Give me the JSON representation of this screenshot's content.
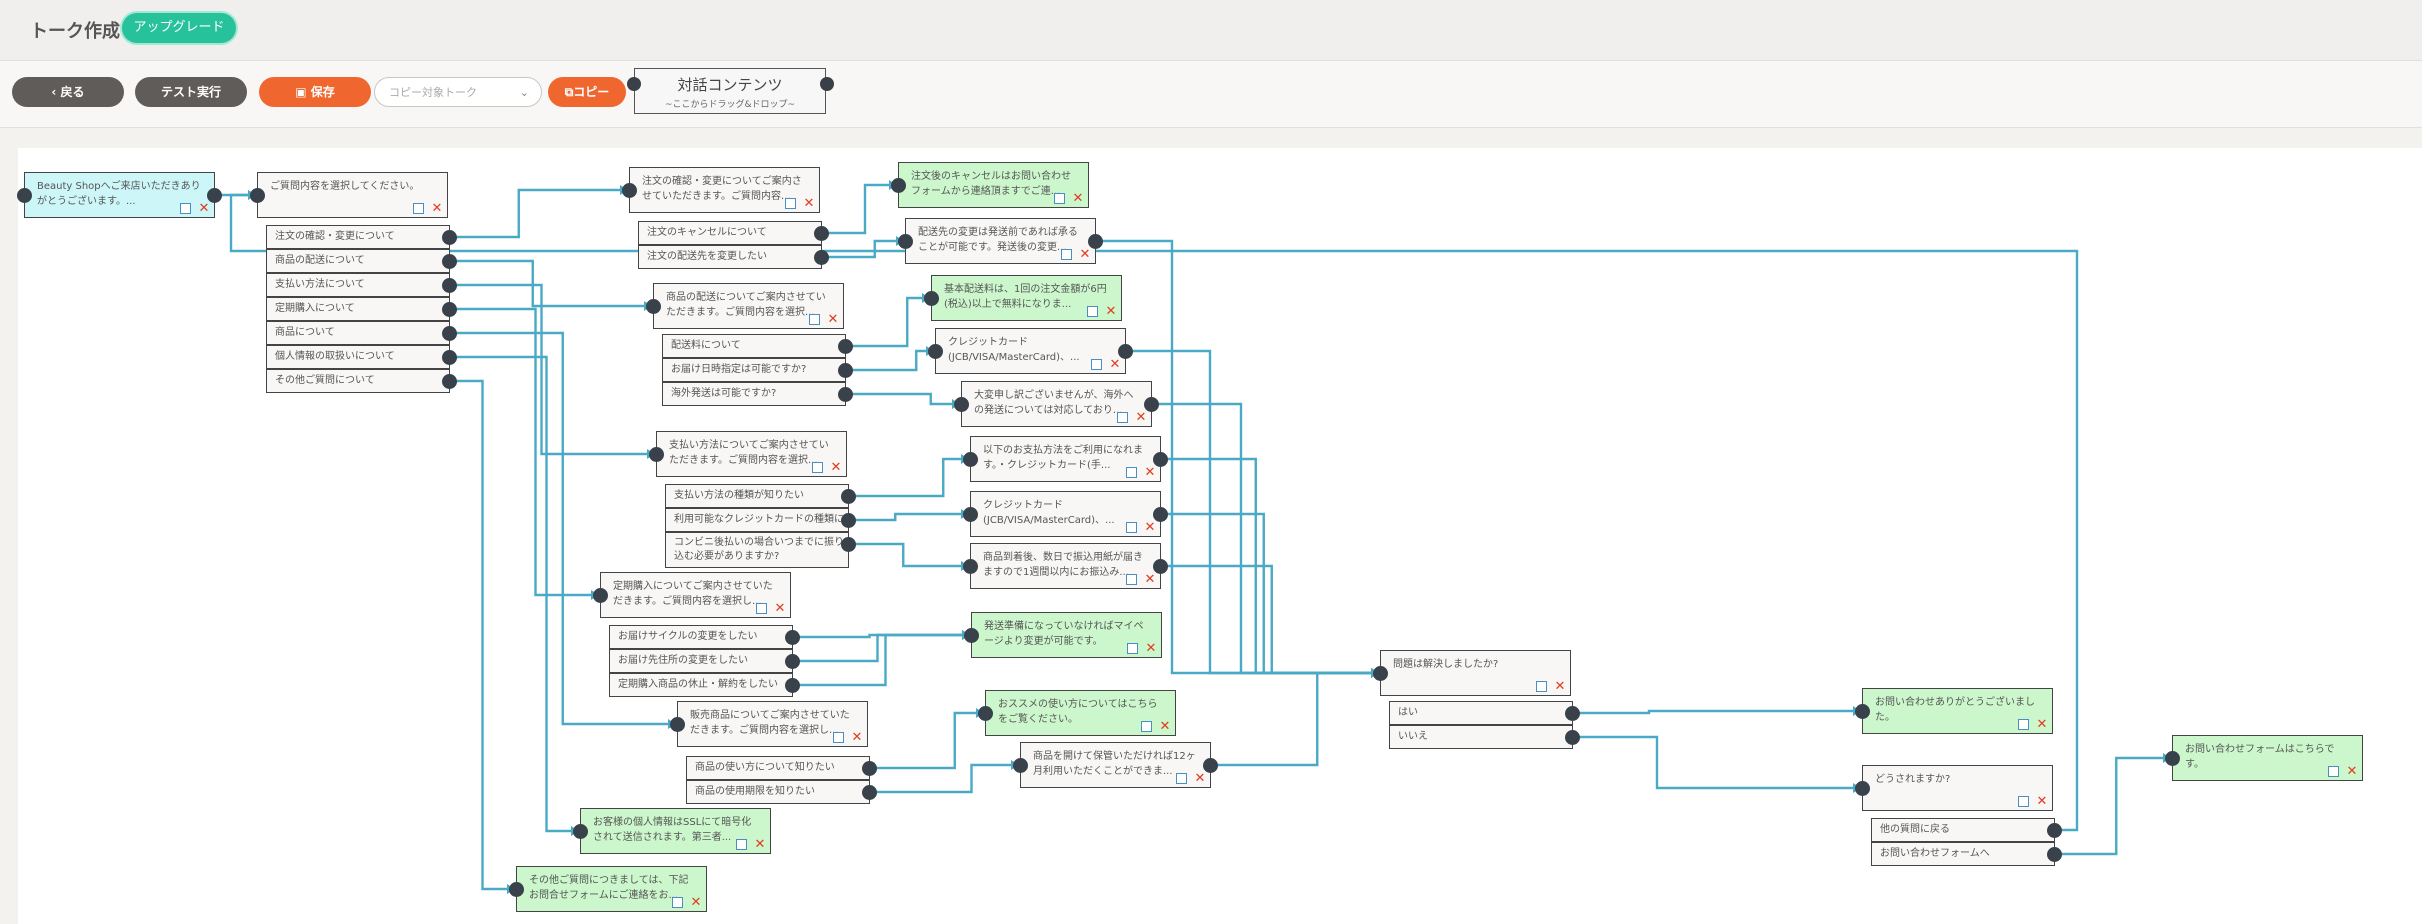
{
  "header": {
    "title": "トーク作成",
    "upgrade_label": "アップグレード"
  },
  "toolbar": {
    "back_label": "戻る",
    "test_label": "テスト実行",
    "save_label": "保存",
    "copy_placeholder": "コピー対象トーク",
    "copy_label": "コピー",
    "palette_title": "対話コンテンツ",
    "palette_sub": "~ここからドラッグ&ドロップ~"
  },
  "colors": {
    "link": "#4aa9c4",
    "node_border": "#444444",
    "green": "#ccf7cc",
    "cyan": "#cdf6f8",
    "port": "#39414b",
    "accent": "#27c29b",
    "save": "#f0662f",
    "delete": "#e23b1e"
  },
  "icons": {
    "edit": "edit-icon",
    "delete": "delete-icon",
    "back": "chevron-left-icon",
    "save": "save-icon",
    "copy": "copy-icon",
    "dropdown": "chevron-down-icon"
  },
  "nodes": {
    "start": "Beauty Shopへご来店いただきありがとうございます。...",
    "main": "ご質問内容を選択してください。",
    "order": "注文の確認・変更についてご案内させていただきます。ご質問内容...",
    "order_cancel": "注文後のキャンセルはお問い合わせフォームから連絡頂ますでご連...",
    "order_address": "配送先の変更は発送前であれば承ることが可能です。発送後の変更...",
    "delivery": "商品の配送についてご案内させていただきます。ご質問内容を選択...",
    "shipping_fee": "基本配送料は、1回の注文金額が6円(税込)以上で無料になりま...",
    "delivery_date": "クレジットカード(JCB/VISA/MasterCard)、...",
    "overseas": "大変申し訳ございませんが、海外への発送については対応しており...",
    "payment": "支払い方法についてご案内させていただきます。ご質問内容を選択...",
    "pay_methods": "以下のお支払方法をご利用になれます。・クレジットカード(手...",
    "pay_cards": "クレジットカード(JCB/VISA/MasterCard)、...",
    "pay_conv": "商品到着後、数日で振込用紙が届きますので1週間以内にお振込み...",
    "subscription": "定期購入についてご案内させていただきます。ご質問内容を選択し...",
    "sub_change": "発送準備になっていなければマイページより変更が可能です。",
    "product": "販売商品についてご案内させていただきます。ご質問内容を選択し...",
    "product_use": "おススメの使い方についてはこちらをご覧ください。",
    "product_expiry": "商品を開けて保管いただければ12ヶ月利用いただくことができま...",
    "privacy": "お客様の個人情報はSSLにて暗号化されて送信されます。第三者...",
    "other": "その他ご質問につきましては、下記お問合せフォームにご連絡をお...",
    "resolved": "問題は解決しましたか?",
    "thanks": "お問い合わせありがとうございました。",
    "how": "どうされますか?",
    "form": "お問い合わせフォームはこちらです。"
  },
  "options": {
    "main": [
      "注文の確認・変更について",
      "商品の配送について",
      "支払い方法について",
      "定期購入について",
      "商品について",
      "個人情報の取扱いについて",
      "その他ご質問について"
    ],
    "order": [
      "注文のキャンセルについて",
      "注文の配送先を変更したい"
    ],
    "delivery": [
      "配送料について",
      "お届け日時指定は可能ですか?",
      "海外発送は可能ですか?"
    ],
    "payment": [
      "支払い方法の種類が知りたい",
      "利用可能なクレジットカードの種類に",
      "コンビニ後払いの場合いつまでに振り込む必要がありますか?"
    ],
    "subscription": [
      "お届けサイクルの変更をしたい",
      "お届け先住所の変更をしたい",
      "定期購入商品の休止・解約をしたい"
    ],
    "product": [
      "商品の使い方について知りたい",
      "商品の使用期限を知りたい"
    ],
    "resolved": [
      "はい",
      "いいえ"
    ],
    "how": [
      "他の質問に戻る",
      "お問い合わせフォームへ"
    ]
  }
}
